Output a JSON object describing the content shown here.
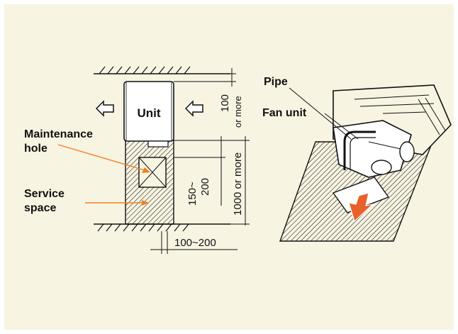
{
  "diagram": {
    "labels": {
      "unit": "Unit",
      "maintenance_hole_line1": "Maintenance",
      "maintenance_hole_line2": "hole",
      "service_space_line1": "Service",
      "service_space_line2": "space",
      "pipe": "Pipe",
      "fan_unit": "Fan unit"
    },
    "dimensions": {
      "top_clearance_value": "100",
      "top_clearance_suffix": "or more",
      "hole_offset_line1": "150~",
      "hole_offset_line2": "200",
      "service_depth": "1000 or more",
      "side_offset": "100~200"
    },
    "colors": {
      "background": "#f8f4e2",
      "leader": "#f08020",
      "airflow_arrow": "#e8612a"
    },
    "icons": [
      "airflow-arrow-left-icon",
      "airflow-arrow-right-icon",
      "airflow-down-arrow-icon"
    ]
  }
}
